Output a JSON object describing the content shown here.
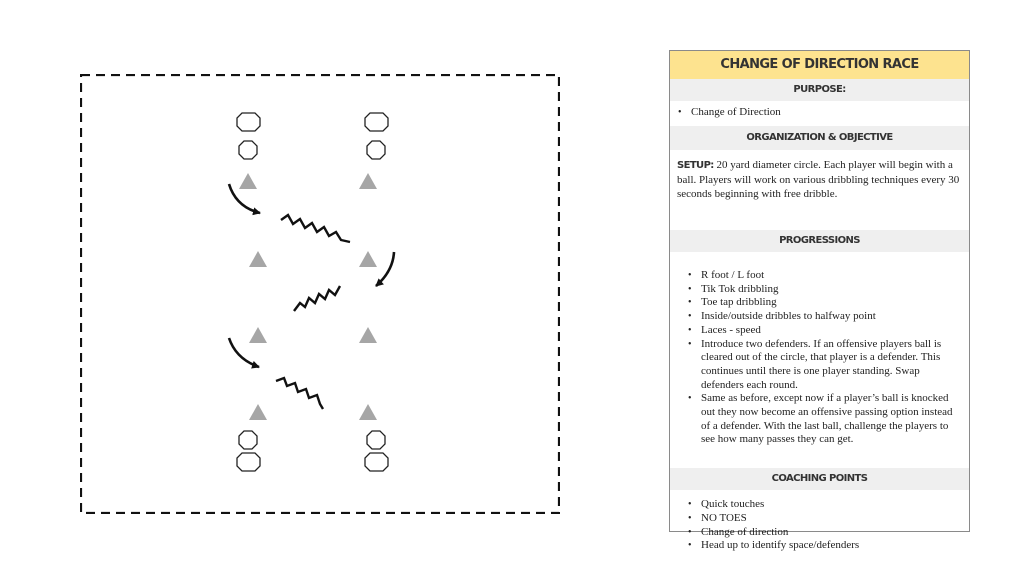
{
  "card": {
    "title": "Change of Direction Race",
    "purpose": {
      "heading": "Purpose:",
      "items": [
        "Change of Direction"
      ]
    },
    "organization": {
      "heading": "Organization & Objective",
      "setup_label": "Setup:",
      "setup_text": " 20 yard diameter circle. Each player will begin with a ball. Players will work on various dribbling techniques every 30 seconds beginning with free dribble."
    },
    "progressions": {
      "heading": "Progressions",
      "items": [
        "R foot / L foot",
        "Tik Tok dribbling",
        "Toe tap dribbling",
        "Inside/outside dribbles to halfway point",
        "Laces - speed",
        "Introduce two defenders. If an offensive players ball is cleared out of the circle, that player is a defender. This continues until there is one player standing. Swap defenders each round.",
        "Same as before, except now if a player’s ball is knocked out they now become an offensive passing option instead of a defender. With the last ball, challenge the players to see how many passes they can get."
      ]
    },
    "coaching_points": {
      "heading": "Coaching Points",
      "items": [
        "Quick touches",
        "NO TOES",
        "Change of direction",
        "Head up to identify space/defenders"
      ]
    }
  },
  "colors": {
    "title_bg": "#fde38f",
    "section_bg": "#efefef",
    "cone": "#a6a6a6",
    "boundary": "#111111"
  }
}
